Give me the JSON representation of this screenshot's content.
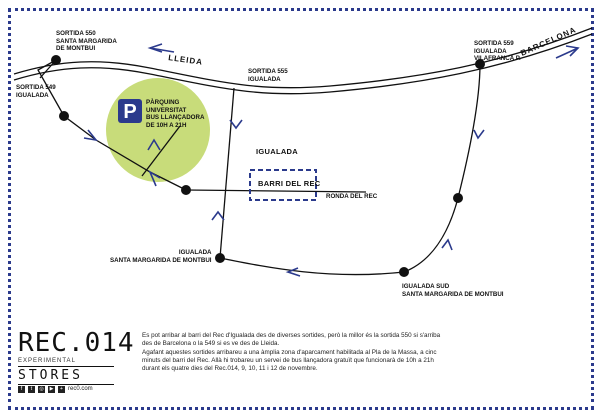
{
  "labels": {
    "exit_550": [
      "SORTIDA 550",
      "SANTA MARGARIDA",
      "DE MONTBUI"
    ],
    "exit_549": [
      "SORTIDA 549",
      "IGUALADA"
    ],
    "exit_555": [
      "SORTIDA 555",
      "IGUALADA"
    ],
    "exit_559": [
      "SORTIDA 559",
      "IGUALADA",
      "VILAFRANCA P."
    ],
    "lleida": "LLEIDA",
    "barcelona": "BARCELONA",
    "parking": [
      "PÀRQUING",
      "UNIVERSITAT",
      "BUS LLANÇADORA",
      "DE 10H A 21H"
    ],
    "parking_symbol": "P",
    "igualada": "IGUALADA",
    "barri_del_rec": "BARRI DEL REC",
    "ronda_del_rec": "RONDA DEL REC",
    "igualada_sm": [
      "IGUALADA",
      "SANTA MARGARIDA DE MONTBUI"
    ],
    "igualada_sud": [
      "IGUALADA  SUD",
      "SANTA MARGARIDA DE MONTBUI"
    ]
  },
  "brand": {
    "name": "REC.014",
    "subtitle": "EXPERIMENTAL",
    "stores": "STORES",
    "website": "rec0.com"
  },
  "info": {
    "paragraph1": "Es pot arribar al barri del Rec d'Igualada des de diverses sortides, però la millor és la sortida 550 si s'arriba des de Barcelona o la 549 si es ve des de Lleida.",
    "paragraph2": "Agafant aquestes sortides arribareu a una àmplia zona d'aparcament habilitada al Pla de la Massa, a cinc minuts del barri del Rec. Allà hi trobareu un servei de bus llançadora gratuït que funcionarà de 10h a 21h durant els quatre dies del Rec.014, 9, 10, 11 i 12 de novembre."
  },
  "colors": {
    "border": "#2b3a8c",
    "arrow": "#2b3a8c",
    "parking_zone": "#c8dc7a",
    "parking_sign": "#2b3a8c",
    "road": "#111111"
  }
}
